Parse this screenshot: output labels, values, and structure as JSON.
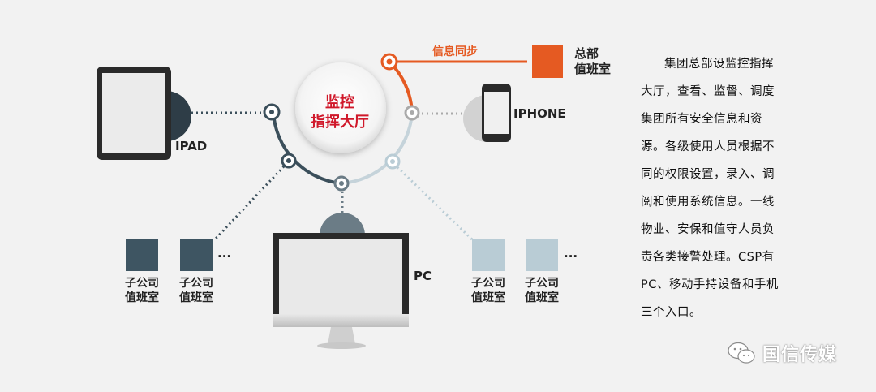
{
  "hub": {
    "line1": "监控",
    "line2": "指挥大厅"
  },
  "sync_label": "信息同步",
  "hq": {
    "line1": "总部",
    "line2": "值班室"
  },
  "devices": {
    "ipad": "IPAD",
    "iphone": "IPHONE",
    "pc": "PC"
  },
  "subsidiaries": [
    {
      "line1": "子公司",
      "line2": "值班室"
    },
    {
      "line1": "子公司",
      "line2": "值班室"
    },
    {
      "line1": "子公司",
      "line2": "值班室"
    },
    {
      "line1": "子公司",
      "line2": "值班室"
    }
  ],
  "ellipsis": "...",
  "description": "集团总部设监控指挥大厅，查看、监督、调度集团所有安全信息和资源。各级使用人员根据不同的权限设置，录入、调阅和使用系统信息。一线物业、安保和值守人员负责各类接警处理。CSP有PC、移动手持设备和手机三个入口。",
  "brand": "国信传媒",
  "colors": {
    "accent": "#e55a22",
    "hub_text": "#d0182a",
    "dark_box": "#3e5562",
    "light_box": "#b9ccd5"
  }
}
